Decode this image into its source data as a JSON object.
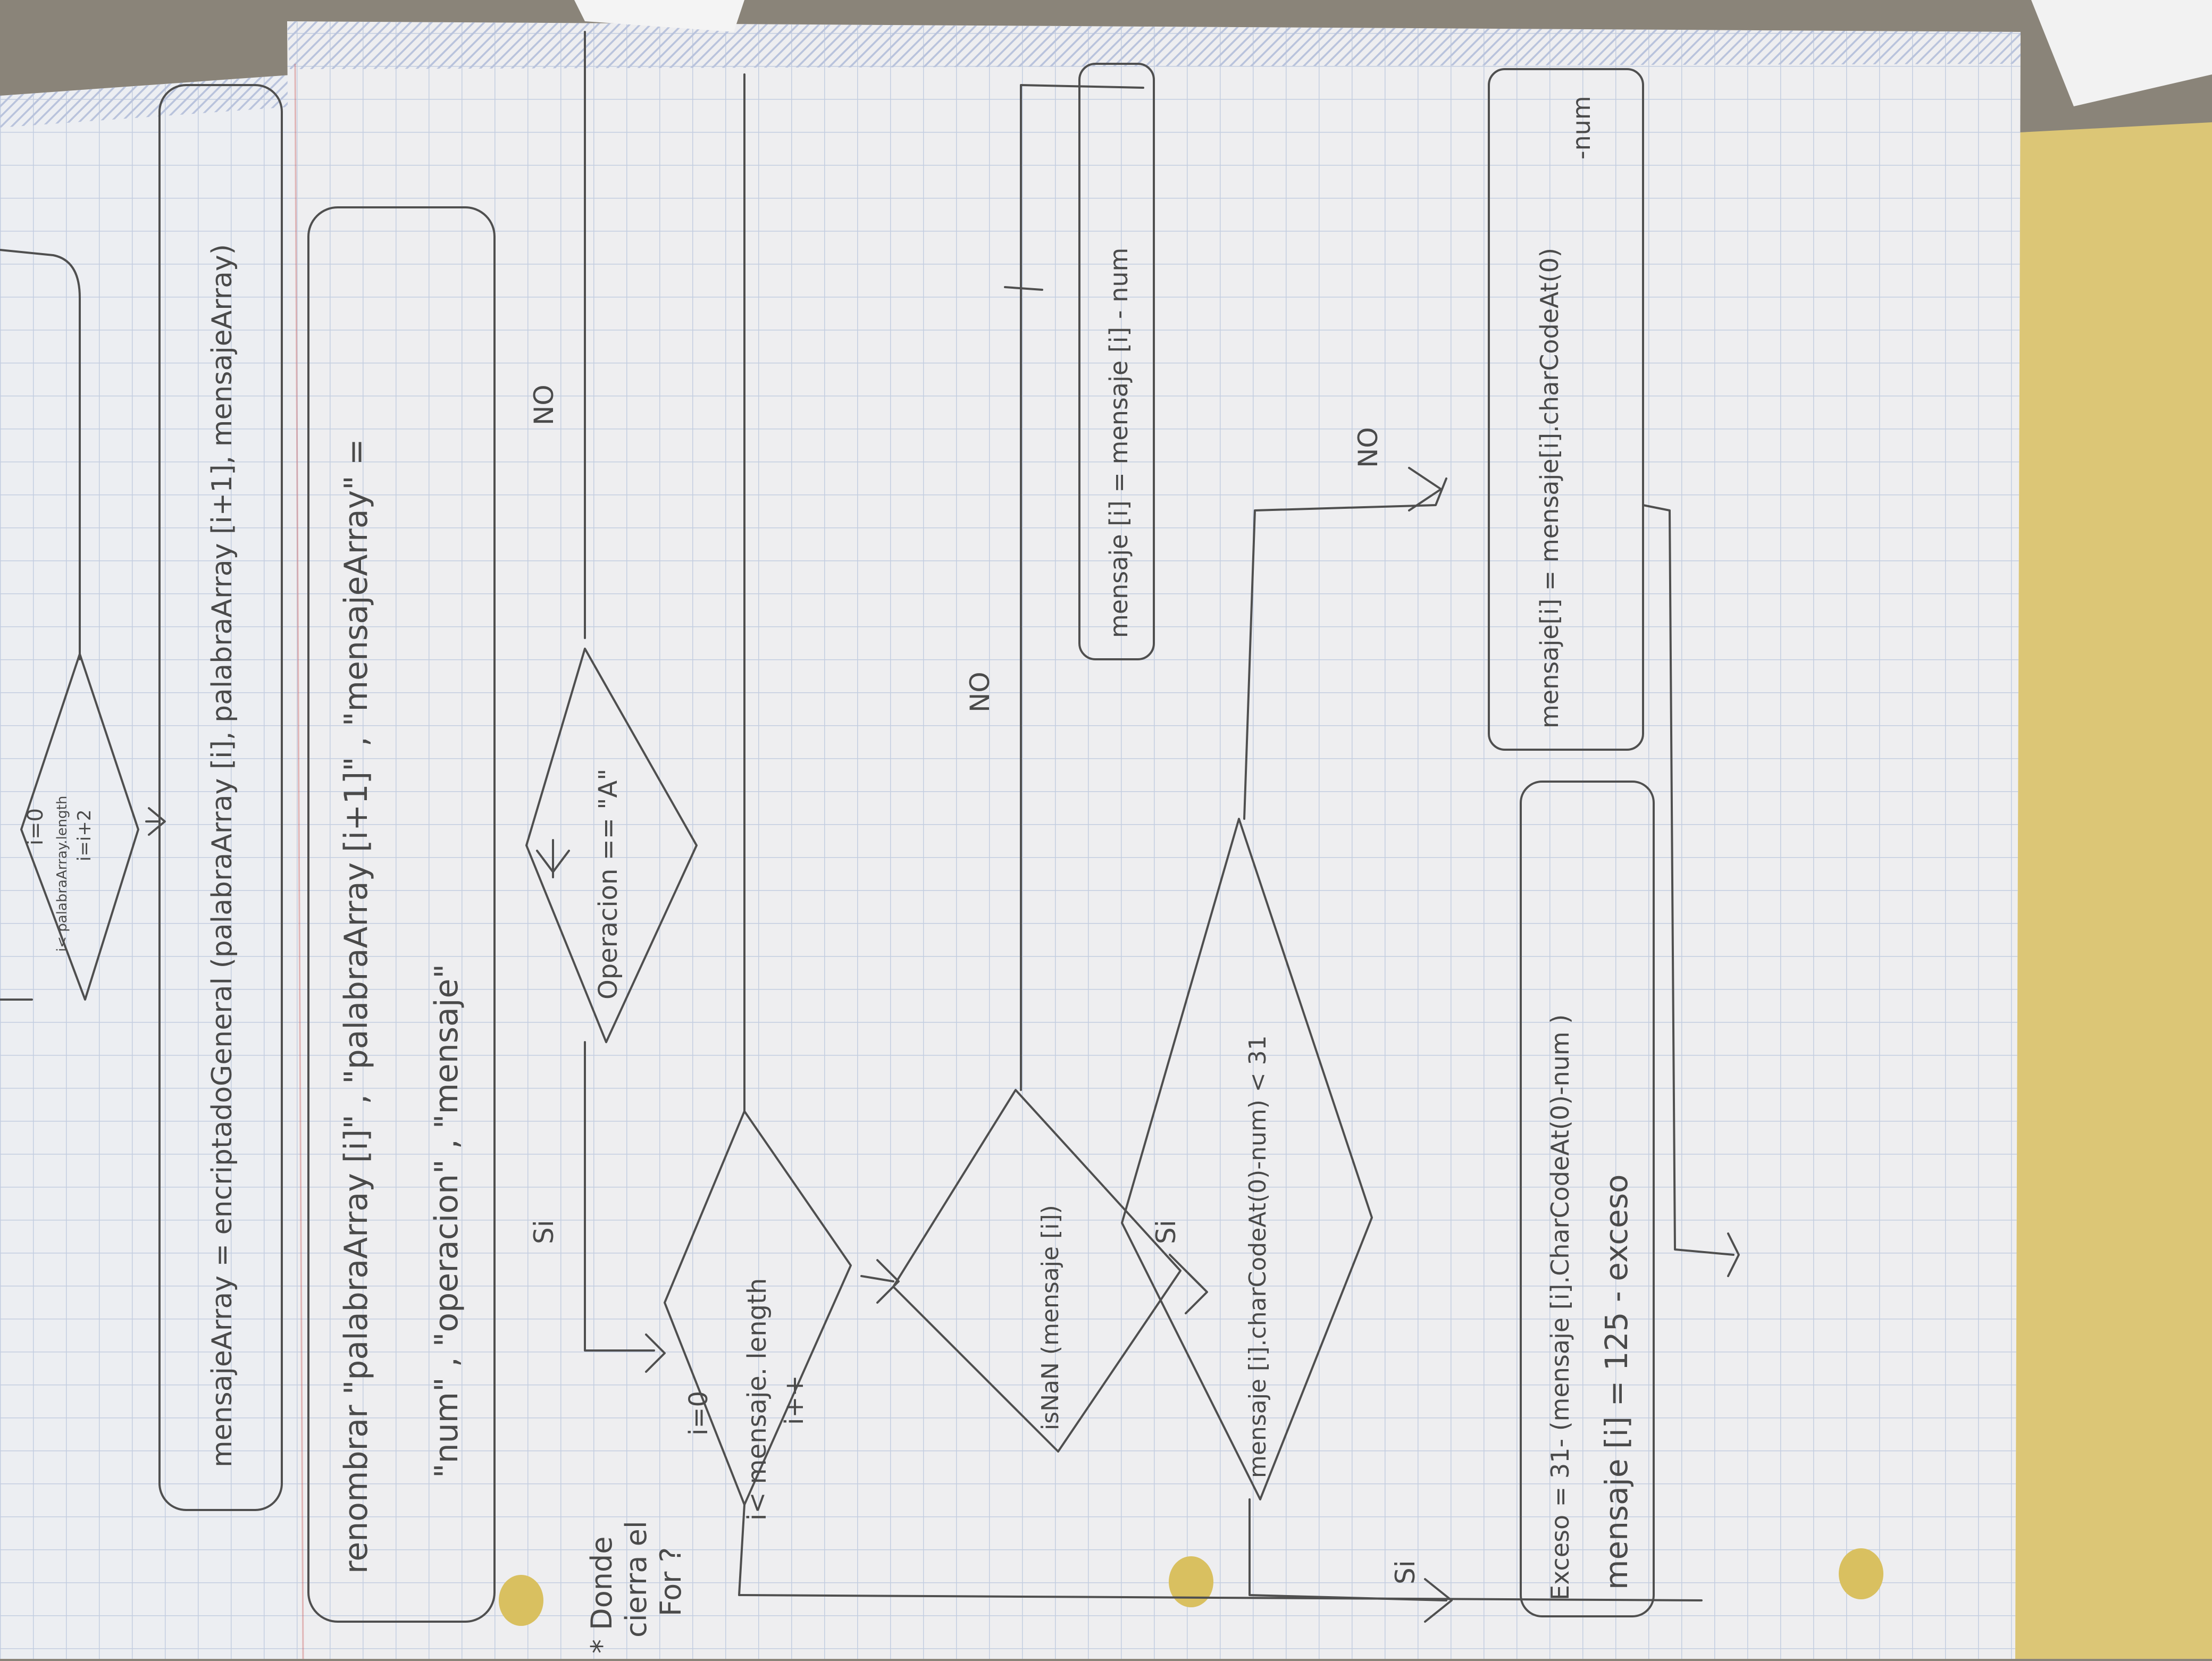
{
  "sheet": {
    "paper_color": "#eeeef0",
    "grid_color": "#c3cde0",
    "ink_color": "#4a4a4a",
    "folder_color": "#dcc676",
    "background_color": "#8a8479"
  },
  "left_fragment": {
    "loop_init": "i=0",
    "loop_cond": "i< palabraArray.length",
    "loop_step": "i=i+2",
    "assignment": "mensajeArray = encriptadoGeneral (palabraArray [i], palabraArray [i+1], mensajeArray)"
  },
  "rename_box": {
    "line1": "renombrar  \"palabraArray [i]\" , \"palabraArray [i+1]\" , \"mensajeArray\" =",
    "line2": "\"num\" ,  \"operacion\" ,  \"mensaje\""
  },
  "decision_operacion": {
    "condition": "Operacion == \"A\"",
    "yes_label": "Si",
    "no_label": "NO"
  },
  "for_loop": {
    "init": "i=0",
    "cond": "i< mensaje. length",
    "step": "i++"
  },
  "note": {
    "line1": "* Donde",
    "line2": "cierra el",
    "line3": "For ?"
  },
  "decision_isnan": {
    "condition": "isNaN (mensaje [i])",
    "yes_label": "Si",
    "no_label": "NO"
  },
  "process_num": {
    "text": "mensaje [i] = mensaje [i] - num"
  },
  "decision_charcode": {
    "condition": "mensaje [i].charCodeAt(0)-num) < 31",
    "yes_label": "Si",
    "no_label": "NO"
  },
  "process_exceso": {
    "line1": "Exceso = 31- (mensaje [i].CharCodeAt(0)-num )",
    "line2": "mensaje [i] = 125 - exceso"
  },
  "process_normal": {
    "line1": "mensaje[i] = mensaje[i].charCodeAt(0)",
    "line2": "-num"
  }
}
